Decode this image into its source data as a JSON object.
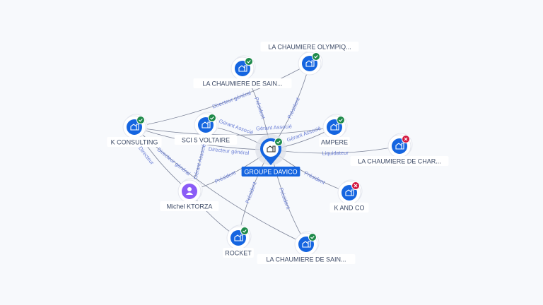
{
  "colors": {
    "company": "#1565e0",
    "person": "#8b5cf6",
    "active": "#1e8a4a",
    "closed": "#d3173f",
    "edge": "#7d8499",
    "edge_label": "#6b7fd6"
  },
  "center": {
    "id": "davico",
    "label": "GROUPE DAVICO",
    "status": "active",
    "icon": "building-icon"
  },
  "nodes": [
    {
      "id": "kcons",
      "label": "K CONSULTING",
      "type": "company",
      "status": "active"
    },
    {
      "id": "sci",
      "label": "SCI 5 VOLTAIRE",
      "type": "company",
      "status": "active"
    },
    {
      "id": "lcs1",
      "label": "LA CHAUMIERE DE SAIN...",
      "type": "company",
      "status": "active"
    },
    {
      "id": "olymp",
      "label": "LA CHAUMIERE OLYMPIQ...",
      "type": "company",
      "status": "active"
    },
    {
      "id": "ampere",
      "label": "AMPERE",
      "type": "company",
      "status": "active"
    },
    {
      "id": "char",
      "label": "LA CHAUMIERE DE CHAR...",
      "type": "company",
      "status": "closed"
    },
    {
      "id": "kandco",
      "label": "K AND CO",
      "type": "company",
      "status": "closed"
    },
    {
      "id": "michel",
      "label": "Michel KTORZA",
      "type": "person",
      "status": "none"
    },
    {
      "id": "rocket",
      "label": "ROCKET",
      "type": "company",
      "status": "active"
    },
    {
      "id": "lcs2",
      "label": "LA CHAUMIERE DE SAIN...",
      "type": "company",
      "status": "active"
    }
  ],
  "edges": [
    {
      "from": "davico",
      "to": "lcs1",
      "label": "Président"
    },
    {
      "from": "davico",
      "to": "olymp",
      "label": "Président"
    },
    {
      "from": "davico",
      "to": "ampere",
      "label": "Gérant Associé"
    },
    {
      "from": "davico",
      "to": "char",
      "label": "Liquidateur"
    },
    {
      "from": "davico",
      "to": "kandco",
      "label": "Président"
    },
    {
      "from": "davico",
      "to": "lcs2",
      "label": "Président"
    },
    {
      "from": "davico",
      "to": "rocket",
      "label": "Président"
    },
    {
      "from": "davico",
      "to": "sci",
      "label": "Gérant Associé"
    },
    {
      "from": "kcons",
      "to": "davico",
      "label": "Directeur général"
    },
    {
      "from": "kcons",
      "to": "olymp",
      "label": "Directeur général"
    },
    {
      "from": "kcons",
      "to": "ampere",
      "label": "Gérant Associé"
    },
    {
      "from": "kcons",
      "to": "lcs2",
      "label": "Directeur général"
    },
    {
      "from": "kcons",
      "to": "michel",
      "label": "Directeur"
    },
    {
      "from": "michel",
      "to": "sci",
      "label": "Gérant Associé"
    },
    {
      "from": "michel",
      "to": "davico",
      "label": "Président"
    },
    {
      "from": "michel",
      "to": "rocket",
      "label": ""
    }
  ]
}
